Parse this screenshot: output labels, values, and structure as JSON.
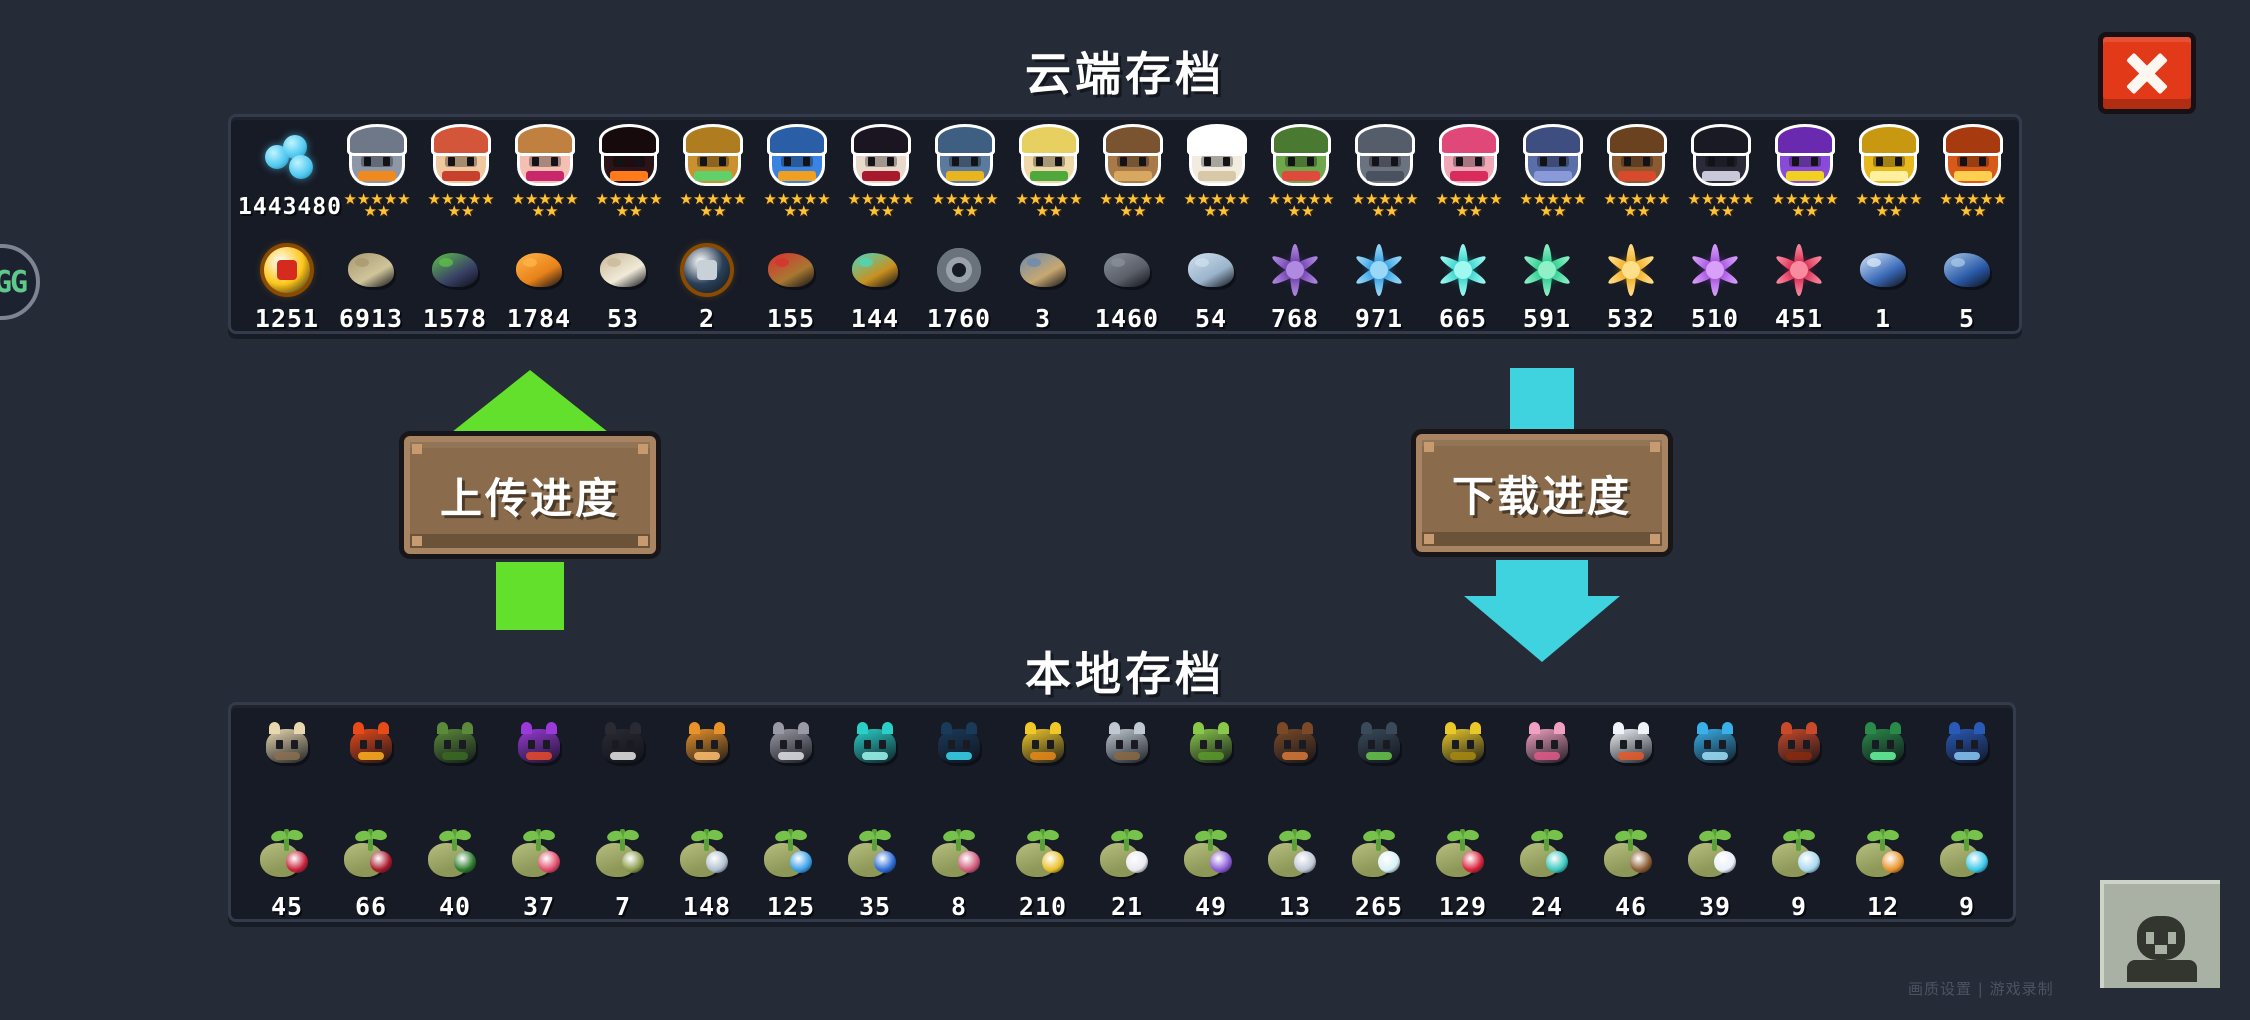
{
  "window": {
    "background_color": "#262b38",
    "close_label": "×"
  },
  "cloud_section": {
    "title": "云端存档",
    "currency": {
      "label": "gem-currency",
      "value": "1443480",
      "color": "#4ec8f0"
    },
    "characters": [
      {
        "name": "miner-helmet-hero",
        "stars": 7,
        "body": "#8e97a8",
        "accent": "#f08a1e",
        "hat": "#6f7888"
      },
      {
        "name": "red-hair-ninja",
        "stars": 7,
        "body": "#f0c8a0",
        "accent": "#c8412c",
        "hat": "#d4563a"
      },
      {
        "name": "witch-hat-girl",
        "stars": 7,
        "body": "#f5c0b4",
        "accent": "#c8276b",
        "hat": "#c08040"
      },
      {
        "name": "dark-shadow-demon",
        "stars": 7,
        "body": "#2a1418",
        "accent": "#ff7a1a",
        "hat": "#170a0c"
      },
      {
        "name": "golden-knight-robot",
        "stars": 7,
        "body": "#c9912f",
        "accent": "#5fd06a",
        "hat": "#b07c20"
      },
      {
        "name": "blue-book-mage",
        "stars": 7,
        "body": "#3b83e0",
        "accent": "#f0a020",
        "hat": "#2a5fa8"
      },
      {
        "name": "vampire-lord",
        "stars": 7,
        "body": "#e8d9cc",
        "accent": "#a8192c",
        "hat": "#1a1520"
      },
      {
        "name": "blue-armored-knight",
        "stars": 7,
        "body": "#5b7a9e",
        "accent": "#e8b420",
        "hat": "#3e5f82"
      },
      {
        "name": "green-elf-archer",
        "stars": 7,
        "body": "#f0d9a8",
        "accent": "#4fa83c",
        "hat": "#e8d060"
      },
      {
        "name": "brown-bear-warrior",
        "stars": 7,
        "body": "#a87a4a",
        "accent": "#d8a860",
        "hat": "#7a5430"
      },
      {
        "name": "white-chef",
        "stars": 7,
        "body": "#f2ece0",
        "accent": "#d8c8a8",
        "hat": "#ffffff"
      },
      {
        "name": "green-goblin",
        "stars": 7,
        "body": "#6fa84c",
        "accent": "#e04a3c",
        "hat": "#4a7a32"
      },
      {
        "name": "grey-soldier",
        "stars": 7,
        "body": "#6b7280",
        "accent": "#4a5260",
        "hat": "#555c6a"
      },
      {
        "name": "pink-hair-fighter",
        "stars": 7,
        "body": "#f0a8b8",
        "accent": "#d82c5c",
        "hat": "#e0487a"
      },
      {
        "name": "blue-beast",
        "stars": 7,
        "body": "#5a6ea8",
        "accent": "#8a9ad8",
        "hat": "#3e4e80"
      },
      {
        "name": "brown-hat-gunner",
        "stars": 7,
        "body": "#8a5a32",
        "accent": "#d84a2c",
        "hat": "#6a4220"
      },
      {
        "name": "dark-assassin",
        "stars": 7,
        "body": "#2a2a38",
        "accent": "#c8c8d8",
        "hat": "#1a1a24"
      },
      {
        "name": "purple-wizard",
        "stars": 7,
        "body": "#8a4ad8",
        "accent": "#f0d020",
        "hat": "#6a2ab0"
      },
      {
        "name": "gold-coin-spirit",
        "stars": 7,
        "body": "#e8b820",
        "accent": "#fff0a0",
        "hat": "#c89810"
      },
      {
        "name": "flame-swordsman",
        "stars": 7,
        "body": "#d85a1a",
        "accent": "#ffd050",
        "hat": "#a83a10"
      }
    ],
    "items": [
      {
        "name": "gold-coin",
        "value": "1251",
        "shape": "coin",
        "color": "#ffc61a",
        "accent": "#d42b1e"
      },
      {
        "name": "dried-fiber",
        "value": "6913",
        "shape": "rock",
        "color": "#cfc49a",
        "accent": "#a89870"
      },
      {
        "name": "blue-ore-cart",
        "value": "1578",
        "shape": "rock",
        "color": "#3a4268",
        "accent": "#5fc04a"
      },
      {
        "name": "orange-honeycomb",
        "value": "1784",
        "shape": "rock",
        "color": "#e8821a",
        "accent": "#ffb54a"
      },
      {
        "name": "white-flour-sack",
        "value": "53",
        "shape": "rock",
        "color": "#f0ead8",
        "accent": "#c8b898"
      },
      {
        "name": "fish-medal",
        "value": "2",
        "shape": "coin",
        "color": "#2a4058",
        "accent": "#c8d0d8"
      },
      {
        "name": "treasure-chest",
        "value": "155",
        "shape": "rock",
        "color": "#a87832",
        "accent": "#d83030"
      },
      {
        "name": "gem-pile",
        "value": "144",
        "shape": "rock",
        "color": "#c89020",
        "accent": "#4ad8c0"
      },
      {
        "name": "iron-gear",
        "value": "1760",
        "shape": "gear",
        "color": "#9aa2ac",
        "accent": "#6a727c"
      },
      {
        "name": "blueprint-frame",
        "value": "3",
        "shape": "rock",
        "color": "#c8a870",
        "accent": "#6a8ab0"
      },
      {
        "name": "coal-chunk",
        "value": "1460",
        "shape": "rock",
        "color": "#5a5f68",
        "accent": "#8a909a"
      },
      {
        "name": "ice-crystal-chunk",
        "value": "54",
        "shape": "rock",
        "color": "#9ab4cc",
        "accent": "#cfe0ee"
      },
      {
        "name": "purple-star-shard",
        "value": "768",
        "shape": "shard",
        "color": "#6a3aa8",
        "accent": "#b08ae0"
      },
      {
        "name": "blue-star-shard",
        "value": "971",
        "shape": "shard",
        "color": "#2a9ae0",
        "accent": "#9ad8f8"
      },
      {
        "name": "cyan-star-shard",
        "value": "665",
        "shape": "shard",
        "color": "#2ad0c8",
        "accent": "#a0f8f0"
      },
      {
        "name": "green-star-shard",
        "value": "591",
        "shape": "shard",
        "color": "#1fc888",
        "accent": "#90f0c8"
      },
      {
        "name": "gold-star-shard",
        "value": "532",
        "shape": "shard",
        "color": "#f0a81a",
        "accent": "#ffe08a"
      },
      {
        "name": "violet-star-shard",
        "value": "510",
        "shape": "shard",
        "color": "#a04ae0",
        "accent": "#d8a0f8"
      },
      {
        "name": "red-star-shard",
        "value": "451",
        "shape": "shard",
        "color": "#d8204a",
        "accent": "#f88ba0"
      },
      {
        "name": "frozen-wolf-relic",
        "value": "1",
        "shape": "rock",
        "color": "#3a6ab8",
        "accent": "#d8e8f8"
      },
      {
        "name": "frozen-ship-relic",
        "value": "5",
        "shape": "rock",
        "color": "#2a5aa8",
        "accent": "#a8c8e8"
      }
    ]
  },
  "local_section": {
    "title": "本地存档",
    "pets": [
      {
        "name": "cream-bunny-pet",
        "color": "#e8d8b0",
        "accent": "#8a7050"
      },
      {
        "name": "flame-lizard-pet",
        "color": "#e84a1a",
        "accent": "#ffb020"
      },
      {
        "name": "green-turtle-pet",
        "color": "#5a8a3a",
        "accent": "#3a6a22"
      },
      {
        "name": "purple-crystal-pet",
        "color": "#9a3ad8",
        "accent": "#e84a2a"
      },
      {
        "name": "black-white-cat-pet",
        "color": "#2a2a32",
        "accent": "#e8e8e8"
      },
      {
        "name": "orange-cat-pet",
        "color": "#e8922a",
        "accent": "#ffc070"
      },
      {
        "name": "grey-cat-pet",
        "color": "#9a9aa4",
        "accent": "#e0e0e8"
      },
      {
        "name": "cyan-spirit-pet",
        "color": "#2ad0c8",
        "accent": "#a0f8f0"
      },
      {
        "name": "blue-screen-robot",
        "color": "#1a3a5a",
        "accent": "#3ad8f0"
      },
      {
        "name": "yellow-duck-pet",
        "color": "#f0c82a",
        "accent": "#e88a1a"
      },
      {
        "name": "hammer-tool",
        "color": "#c0c8d0",
        "accent": "#8a6a42"
      },
      {
        "name": "green-slime-pet",
        "color": "#8ac84a",
        "accent": "#5a9a2a"
      },
      {
        "name": "brown-beetle-pet",
        "color": "#7a4a28",
        "accent": "#d87a3a"
      },
      {
        "name": "explorer-kid-pet",
        "color": "#3a4a5a",
        "accent": "#6ac84a"
      },
      {
        "name": "gold-dragon-pet",
        "color": "#e8c82a",
        "accent": "#a88a10"
      },
      {
        "name": "pink-tower-pet",
        "color": "#f0a0c0",
        "accent": "#e05a8a"
      },
      {
        "name": "snowman-pet",
        "color": "#f0f4f8",
        "accent": "#e85a2a"
      },
      {
        "name": "winged-m-badge",
        "color": "#3ab0e8",
        "accent": "#a0e0f8"
      },
      {
        "name": "red-mech-pet",
        "color": "#c84a2a",
        "accent": "#8a2a10"
      },
      {
        "name": "green-frame-relic",
        "color": "#2a8a4a",
        "accent": "#6af8a0"
      },
      {
        "name": "blue-frame-relic",
        "color": "#2a5ab8",
        "accent": "#8ac8f8"
      }
    ],
    "seeds": [
      {
        "name": "crimson-bloom-seed",
        "value": "45",
        "color": "#c8203a"
      },
      {
        "name": "red-bulb-seed",
        "value": "66",
        "color": "#a8182a"
      },
      {
        "name": "green-leaf-seed",
        "value": "40",
        "color": "#2a7a2a"
      },
      {
        "name": "pink-carnation-seed",
        "value": "37",
        "color": "#e04a6a"
      },
      {
        "name": "olive-tree-seed",
        "value": "7",
        "color": "#8a9a4a"
      },
      {
        "name": "silver-gear-seed",
        "value": "148",
        "color": "#b0c0d0"
      },
      {
        "name": "blue-berry-seed",
        "value": "125",
        "color": "#3aa0e8"
      },
      {
        "name": "azure-cluster-seed",
        "value": "35",
        "color": "#2a6ad8"
      },
      {
        "name": "rose-bud-seed",
        "value": "8",
        "color": "#d05a7a"
      },
      {
        "name": "rainbow-bloom-seed",
        "value": "210",
        "color": "#e8c02a"
      },
      {
        "name": "white-thread-seed",
        "value": "21",
        "color": "#e8e8f0"
      },
      {
        "name": "violet-vine-seed",
        "value": "49",
        "color": "#8a5ad8"
      },
      {
        "name": "steel-blossom-seed",
        "value": "13",
        "color": "#c0c8d8"
      },
      {
        "name": "frost-spike-seed",
        "value": "265",
        "color": "#d8f0f8"
      },
      {
        "name": "scarlet-bloom-seed",
        "value": "129",
        "color": "#d8203a"
      },
      {
        "name": "teal-crystal-seed",
        "value": "24",
        "color": "#3ac8c0"
      },
      {
        "name": "brown-nut-seed",
        "value": "46",
        "color": "#8a5a32"
      },
      {
        "name": "white-lily-seed",
        "value": "39",
        "color": "#e8f0f8"
      },
      {
        "name": "ice-fern-seed",
        "value": "9",
        "color": "#a8d8f0"
      },
      {
        "name": "orange-mushroom-seed",
        "value": "12",
        "color": "#e8922a"
      },
      {
        "name": "cyan-mushroom-seed",
        "value": "9",
        "color": "#3ac8e8"
      }
    ]
  },
  "actions": {
    "upload": {
      "label": "上传进度",
      "arrow_color": "#62e02c",
      "direction": "up"
    },
    "download": {
      "label": "下载进度",
      "arrow_color": "#3fd3e0",
      "direction": "down"
    }
  },
  "overlays": {
    "left_badge_text": "GG",
    "watermark": "画质设置 | 游戏录制"
  }
}
